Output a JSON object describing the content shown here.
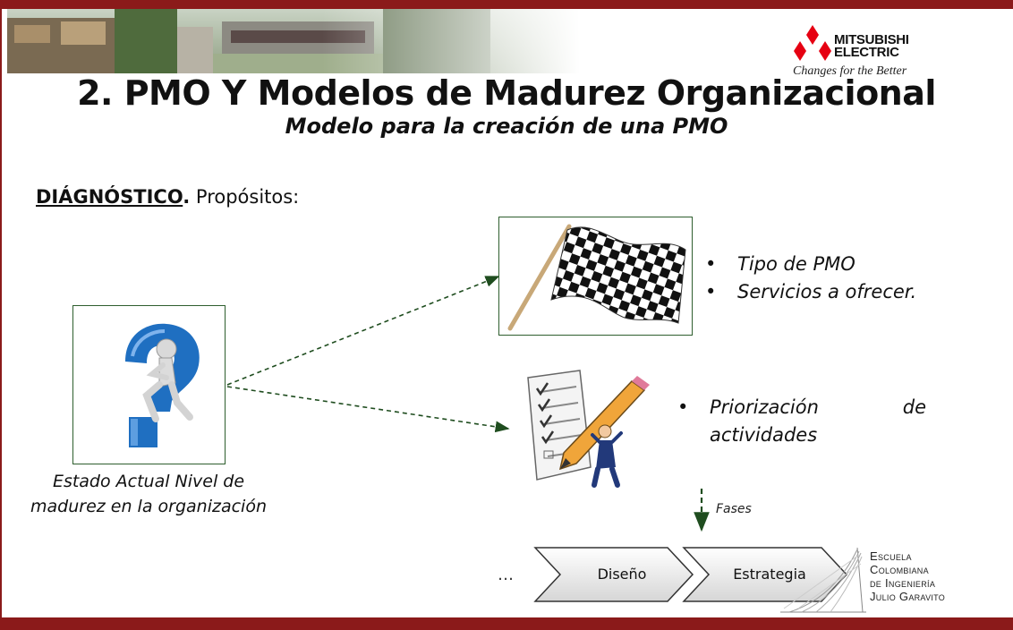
{
  "header": {
    "logo_brand_line1": "MITSUBISHI",
    "logo_brand_line2": "ELECTRIC",
    "logo_tagline": "Changes for the Better"
  },
  "slide": {
    "title": "2. PMO Y Modelos de Madurez Organizacional",
    "subtitle": "Modelo para la creación de una PMO",
    "section_label": "DIÁGNÓSTICO",
    "section_dot": ".",
    "section_rest": " Propósitos:",
    "left_caption_line1": "Estado Actual Nivel de",
    "left_caption_line2": "madurez en la organización",
    "bullets_top": [
      "Tipo de PMO",
      "Servicios a ofrecer."
    ],
    "bullet_bottom_word1": "Priorización",
    "bullet_bottom_word2": "de",
    "bullet_bottom_line2": "actividades",
    "bullet_symbol": "•",
    "fases_label": "Fases",
    "ellipsis": "…",
    "phases": [
      "Diseño",
      "Estrategia"
    ]
  },
  "footer": {
    "school_lines": [
      "Escuela",
      "Colombiana",
      "de Ingeniería",
      "Julio Garavito"
    ]
  },
  "colors": {
    "frame": "#8b1a1a",
    "arrow": "#1f4d1f",
    "mitsubishi_red": "#e60012",
    "question_blue": "#1f6fc1"
  }
}
